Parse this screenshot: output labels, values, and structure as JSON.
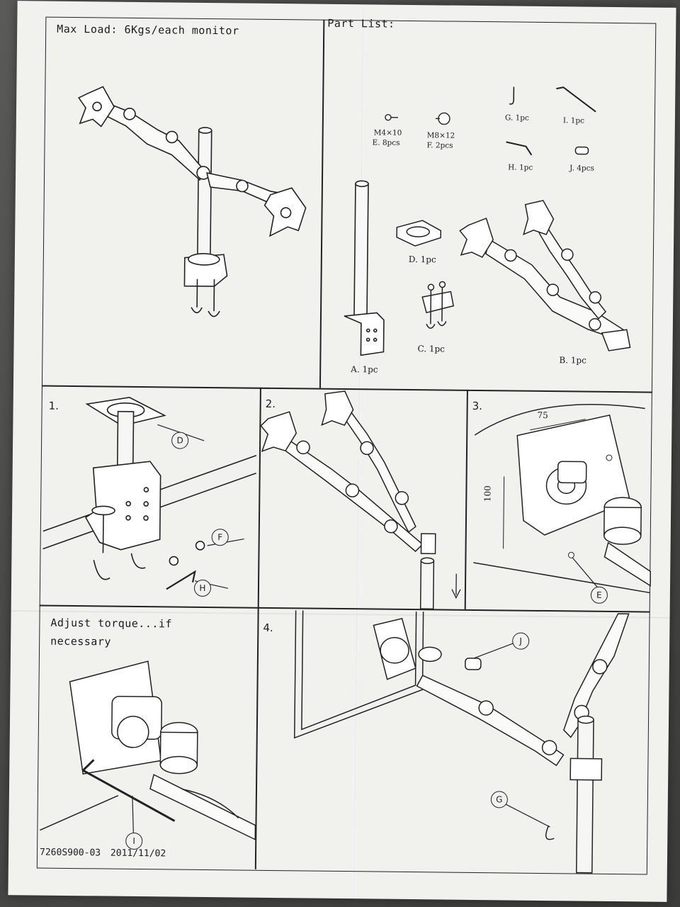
{
  "header": {
    "max_load": "Max Load: 6Kgs/each monitor",
    "part_list": "Part List:"
  },
  "parts": {
    "e": {
      "size": "M4×10",
      "qty": "E. 8pcs"
    },
    "f": {
      "size": "M8×12",
      "qty": "F. 2pcs"
    },
    "g": "G. 1pc",
    "i": "I. 1pc",
    "h": "H. 1pc",
    "j": "J. 4pcs",
    "d": "D. 1pc",
    "c": "C. 1pc",
    "a": "A. 1pc",
    "b": "B. 1pc"
  },
  "steps": {
    "s1": "1.",
    "s2": "2.",
    "s3": "3.",
    "s4": "4."
  },
  "dims": {
    "w": "75",
    "h": "100"
  },
  "callouts": {
    "d": "D",
    "f": "F",
    "h": "H",
    "e": "E",
    "j": "J",
    "g": "G",
    "i": "I"
  },
  "torque": {
    "line1": "Adjust torque...if",
    "line2": "necessary"
  },
  "footer": {
    "code": "7260S900-03",
    "date": "2011/11/02"
  },
  "colors": {
    "paper": "#f1f1ee",
    "ink": "#222222",
    "background": "#4a4a48"
  }
}
